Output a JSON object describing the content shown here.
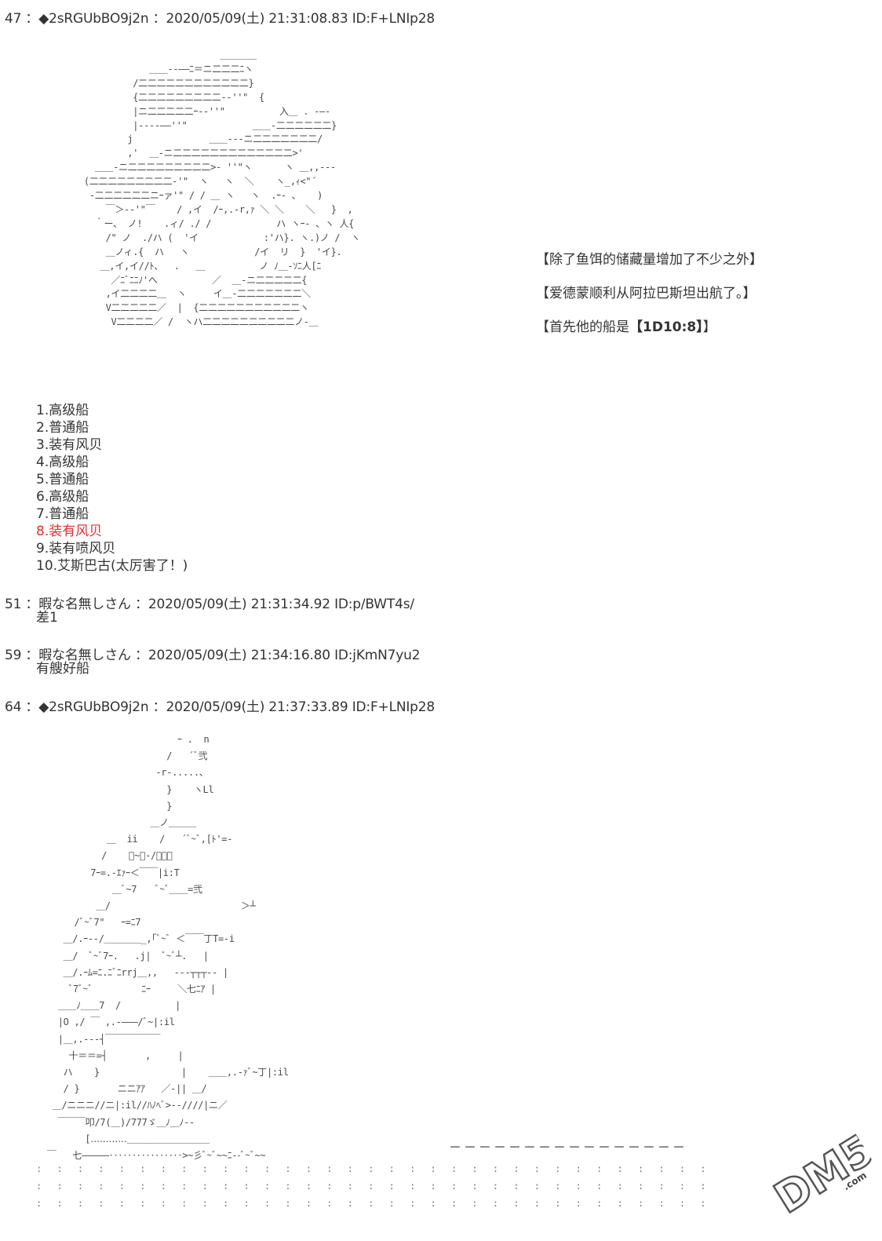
{
  "posts": [
    {
      "header": "47 ：◆2sRGUbBO9j2n ：2020/05/09(土) 21:31:08.83 ID:F+LNIp28"
    },
    {
      "header": "51 ：暇な名無しさん ：2020/05/09(土) 21:31:34.92 ID:p/BWT4s/",
      "body": "差1"
    },
    {
      "header": "59 ：暇な名無しさん ：2020/05/09(土) 21:34:16.80 ID:jKmN7yu2",
      "body": "有艘好船"
    },
    {
      "header": "64 ：◆2sRGUbBO9j2n ：2020/05/09(土) 21:37:33.89 ID:F+LNIp28"
    }
  ],
  "narration": {
    "line1": "【除了鱼饵的储藏量增加了不少之外】",
    "line2": "【爱德蒙顺利从阿拉巴斯坦出航了。】",
    "line3_prefix": "【首先他的船是",
    "line3_roll": "【1D10:8】",
    "line3_suffix": "】"
  },
  "choices": [
    "1.高级船",
    "2.普通船",
    "3.装有风贝",
    "4.高级船",
    "5.普通船",
    "6.高级船",
    "7.普通船",
    "8.装有风贝",
    "9.装有喷风贝",
    "10.艾斯巴古(太厉害了！)"
  ],
  "highlight_choice_index": 7,
  "highlight_color": "#e03030",
  "ascii_art_hat": "                          ＿＿＿＿\n             ＿＿--――ﾆ＝ニ二二二ﾆヽ\n          /二二二二二二二二二二二二}\n          {二二二二二二二二二-‐''\"  {\n          |ニ二二二二二ｰ-‐''\"          入＿ . ‐―-\n          |‐‐‐‐――''\"            ＿＿-二二二二二二}\n         j              ＿＿---ニ二二二二二二二/\n         ,'  ＿-ニ二二二二二二二二二二二二二>'\n   ＿＿-ニ二二二二二二二二二>‐ ''\"ヽ      ヽ ＿,,-‐‐\n (二二二二二二二二二‐'\"  ヽ   ヽ  ＼    ヽ_,ｨ<\"´\n  ‐二二二二二二ニｰァ'\" / / ＿ ヽ   ヽ  .ｰ- 、   )\n     ￣＞‐‐'\"￣    / ,イ  /ｰ,.-r,ｧ ＼ ＼    ＼   }  ,\n   ｀ー、 ノ!    .ィ/ ./ /            ハ ヽｰ- 、ヽ 人{\n     /\" ノ  ./ハ (  'イ            :'ハ}. ヽ.)ノ /  ヽ\n     ＿ノィ.{  ハ   ヽ            /イ  リ  }  'イ}.\n    ＿,イ,イ//ﾄ、  .   ＿          ノ ﾉ＿-ｿﾆ人[ﾆ\n      ／ﾆﾞﾆﾆﾉ'へ          ／  ＿-ニ二二二二二{\n     ,イ二二二二＿  ヽ     イ＿-二二二二二二二＼\n     V二二二二二／  |  {二二二二二二二二二二二ヽ\n      V二二二二／ /  ヽハ二二二二二二二二二二ノ-＿",
  "ascii_art_ship": "                          ｰ .  n\n                        /   ´ﾞ弐\n                      -r-.....、\n                        }    ヽLl\n                        }\n                     ＿ノ＿＿＿\n             ＿  ii    /   ´ﾞ~ﾞ,[ﾄ'=-\n            /    ﾞ~ﾞ-/＿＿＿\n          7ｰ=.-ｴｧｰ＜￣￣|i:T\n              ＿ﾞ~7    ﾞ~ﾞ＿＿=弐\n           ＿/                        ＞┴\n       /ﾞ~ﾞ7\"   ｰ=ﾆ7\n     ＿/.ｰ--/＿＿＿＿_,｢ﾞ~ﾞ ＜￣￣丁T=-i\n     ＿/  ﾞ~ﾞ7ｰ.   .j|  ﾞ~ﾞ┴.   |\n     ＿/.ｰﾑ=ﾆ.ﾆﾞﾆrrj＿,,   ---┬┬┬-‐ |\n      ﾞ7ﾞ~ﾞ         ﾆｰ     ＼七ﾆｱ |\n    ＿＿ﾉ＿＿7  /          |\n    |O ,/ ￣ ,.-―――/ﾞ~|:il\n    |＿,.-‐‐┤￣￣￣￣￣￣\n      十＝＝=┤       ,     |\n     ハ    }               |    ＿＿,.-ｧﾞ~丁|:il\n     / }       ニニｱｱ   ／-|| ＿/\n   ＿/ニニニ//ニ|:il//ﾊﾉﾍﾞ>-‐////|ニ／\n    ￣￣￣叩/7(＿)/777ゞ＿ﾉ＿ﾉ-‐\n         [‥‥‥‥‥‥＿＿＿＿＿＿＿＿＿\n  ￣   七―――――‥‥‥‥‥‥‥‥>~彡ﾞ~ﾞ~~ﾆ--ﾞ~ﾞ~~"
}
